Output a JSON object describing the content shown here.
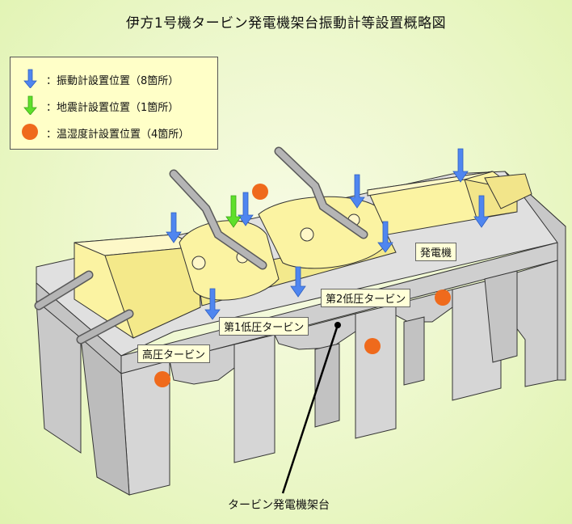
{
  "title": "伊方1号機タービン発電機架台振動計等設置概略図",
  "legend": {
    "items": [
      {
        "text": "：振動計設置位置（8箇所）",
        "color": "#4f86f0",
        "symbol": "blue-arrow"
      },
      {
        "text": "：地震計設置位置（1箇所）",
        "color": "#5ee02a",
        "symbol": "green-arrow"
      },
      {
        "text": "：温湿度計設置位置（4箇所）",
        "color": "#ef6a1c",
        "symbol": "orange-dot"
      }
    ]
  },
  "labels": {
    "generator": "発電機",
    "lp2": "第2低圧タービン",
    "lp1": "第1低圧タービン",
    "hp": "高圧タービン",
    "frame": "タービン発電機架台"
  },
  "colors": {
    "concrete": "#dcdcdc",
    "concrete_dark": "#bdbdbd",
    "turbine": "#fbf3a2",
    "pipe": "#a8a8a8"
  }
}
